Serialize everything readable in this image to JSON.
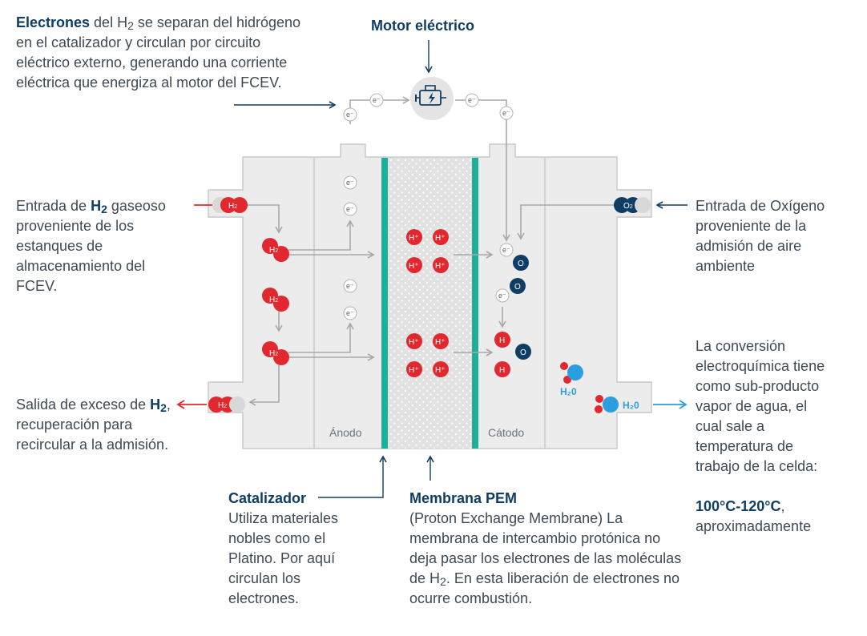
{
  "title": "Motor eléctrico",
  "electrons_note": {
    "strong": "Electrones",
    "pre_sub": " del H",
    "sub": "2",
    "rest": " se separan del hidrógeno en el catalizador y circulan por circuito eléctrico externo, generando una corriente eléctrica que energiza al motor del FCEV."
  },
  "h2_inlet": {
    "pre": "Entrada de ",
    "strong": "H",
    "sub": "2",
    "rest": " gaseoso proveniente de los estanques de almacenamiento del FCEV."
  },
  "h2_outlet": {
    "pre": "Salida de exceso de ",
    "strong": "H",
    "sub": "2",
    "rest": ", recuperación para recircular a la admisión."
  },
  "o2_inlet": {
    "text": "Entrada de Oxígeno proveniente de la admisión de aire ambiente"
  },
  "water_note": {
    "text": "La conversión electroquímica tiene como sub-producto vapor de agua, el cual sale a temperatura de trabajo de la celda:",
    "strong": "100°C-120°C",
    "rest": ", aproximadamente"
  },
  "catalyst": {
    "title": "Catalizador",
    "text": "Utiliza materiales nobles como el Platino. Por aquí circulan los electrones."
  },
  "membrane": {
    "title": "Membrana PEM",
    "pre": "(Proton Exchange Membrane) La membrana de intercambio protónica no deja pasar los electrones de las moléculas de H",
    "sub": "2",
    "rest": ". En esta liberación de electrones no ocurre combustión."
  },
  "labels": {
    "anode": "Ánodo",
    "cathode": "Cátodo"
  },
  "symbols": {
    "electron": "e⁻",
    "proton": "H⁺",
    "h": "H",
    "o": "O",
    "h2": "H",
    "o2": "O",
    "sub2": "2",
    "h2o": "H₂0"
  },
  "colors": {
    "hydrogen": "#e0282e",
    "oxygen": "#0f3d63",
    "water": "#2a9ee0",
    "catalyst": "#1fae9a",
    "cell": "#ececec",
    "cell_border": "#c8c8c8"
  }
}
